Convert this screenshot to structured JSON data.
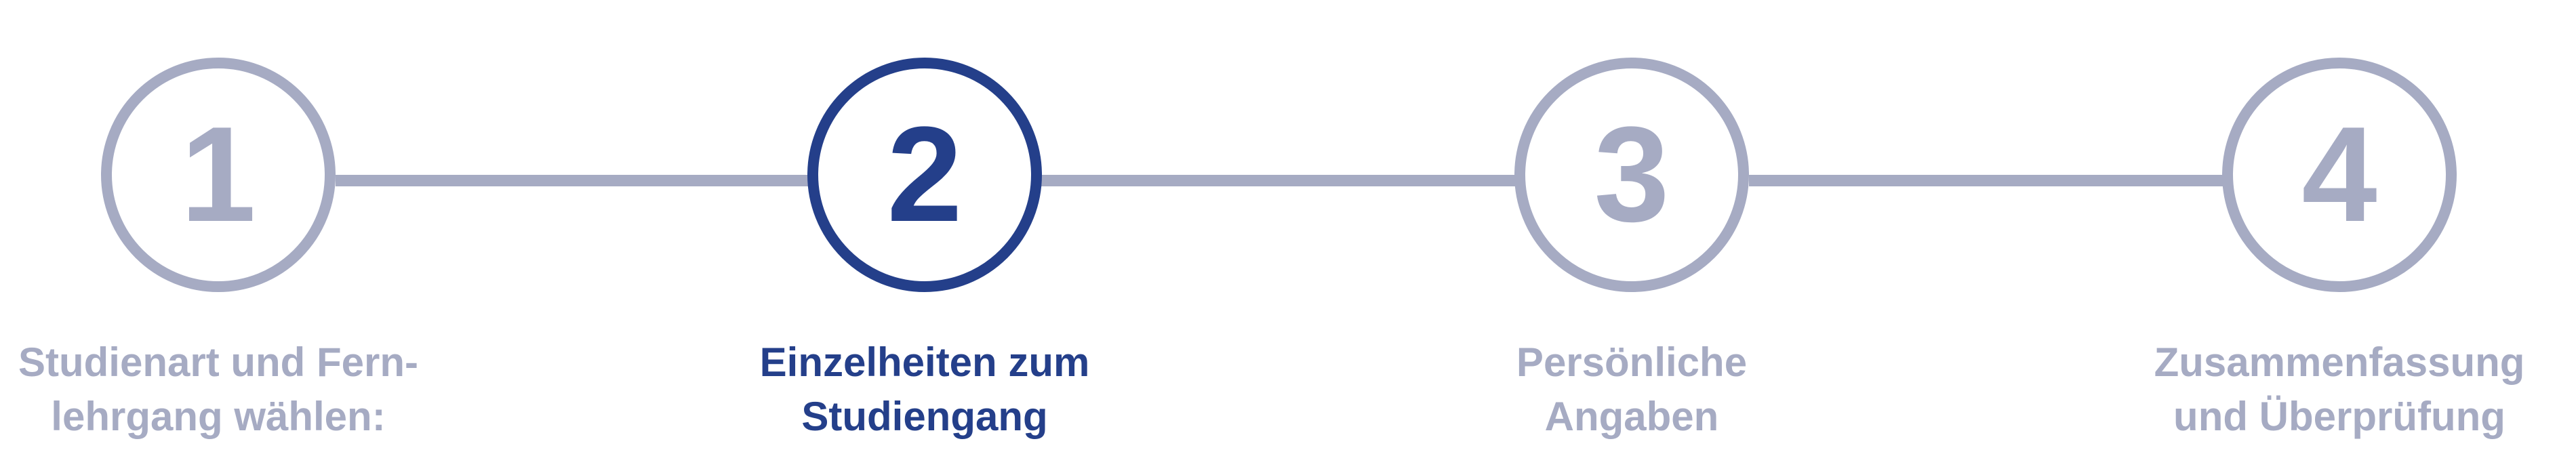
{
  "colors": {
    "inactive": "#a6abc3",
    "active": "#243f8a"
  },
  "steps": [
    {
      "number": "1",
      "line1": "Studienart und Fern-",
      "line2": "lehrgang wählen:",
      "active": false
    },
    {
      "number": "2",
      "line1": "Einzelheiten zum",
      "line2": "Studiengang",
      "active": true
    },
    {
      "number": "3",
      "line1": "Persönliche",
      "line2": "Angaben",
      "active": false
    },
    {
      "number": "4",
      "line1": "Zusammenfassung",
      "line2": "und Überprüfung",
      "active": false
    }
  ]
}
